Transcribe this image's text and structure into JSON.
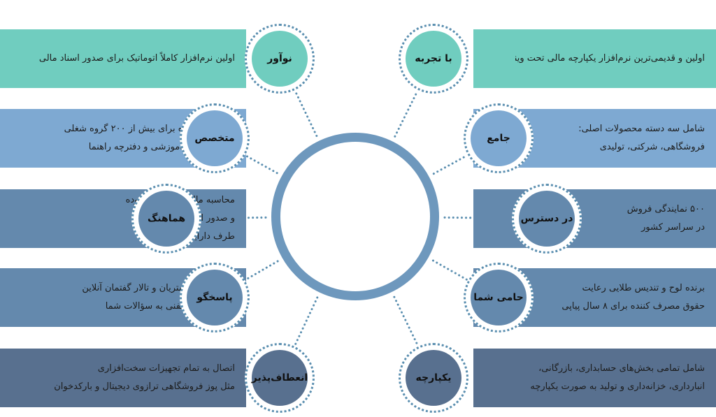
{
  "colors": {
    "teal": "#70cdbf",
    "blue": "#7ea9d2",
    "slate": "#6489ad",
    "navy": "#58708f",
    "hub": "#6e98bd",
    "dots": "#5b8fb0"
  },
  "diagram": {
    "center": {
      "label": ""
    },
    "items": [
      {
        "side": "left",
        "row": 1,
        "title": "نوآور",
        "lines": [
          "اولین نرم‌افزار کاملاً اتوماتیک برای صدور اسناد مالی"
        ]
      },
      {
        "side": "left",
        "row": 2,
        "title": "متخصص",
        "lines": [
          "برنامه‌های ویژه برای بیش از ۲۰۰ گروه شغلی",
          "همراه با فیلم آموزشی و دفترچه راهنما"
        ]
      },
      {
        "side": "left",
        "row": 3,
        "title": "هماهنگ",
        "lines": [
          "محاسبه مالیات ارزش افزوده",
          "و صدور اسناد تایید شده از",
          "طرف دارایی"
        ]
      },
      {
        "side": "left",
        "row": 4,
        "title": "پاسخگو",
        "lines": [
          "کلوپ ویژه مشتریان و تالار گفتمان آنلاین",
          "و پاسخگویی تلفنی به سؤالات شما"
        ]
      },
      {
        "side": "left",
        "row": 5,
        "title": "انعطاف‌پذیر",
        "lines": [
          "اتصال به تمام تجهیزات سخت‌افزاری",
          "مثل پوز فروشگاهی ترازوی دیجیتال و بارکدخوان"
        ]
      },
      {
        "side": "right",
        "row": 1,
        "title": "با تجربه",
        "lines": [
          "اولین و قدیمی‌ترین نرم‌افزار یکپارچه مالی تحت ویندوز"
        ]
      },
      {
        "side": "right",
        "row": 2,
        "title": "جامع",
        "lines": [
          "شامل سه دسته محصولات اصلی:",
          "فروشگاهی، شرکتی، تولیدی"
        ]
      },
      {
        "side": "right",
        "row": 3,
        "title": "در دسترس",
        "lines": [
          "۵۰۰ نمایندگی فروش",
          "در سراسر کشور"
        ]
      },
      {
        "side": "right",
        "row": 4,
        "title": "حامی شما",
        "lines": [
          "برنده لوح و تندیس طلایی رعایت",
          "حقوق مصرف کننده برای ۸ سال پیاپی"
        ]
      },
      {
        "side": "right",
        "row": 5,
        "title": "یکپارچه",
        "lines": [
          "شامل تمامی بخش‌های حسابداری، بازرگانی،",
          "انبارداری، خزانه‌داری و تولید به صورت یکپارچه"
        ]
      }
    ]
  }
}
